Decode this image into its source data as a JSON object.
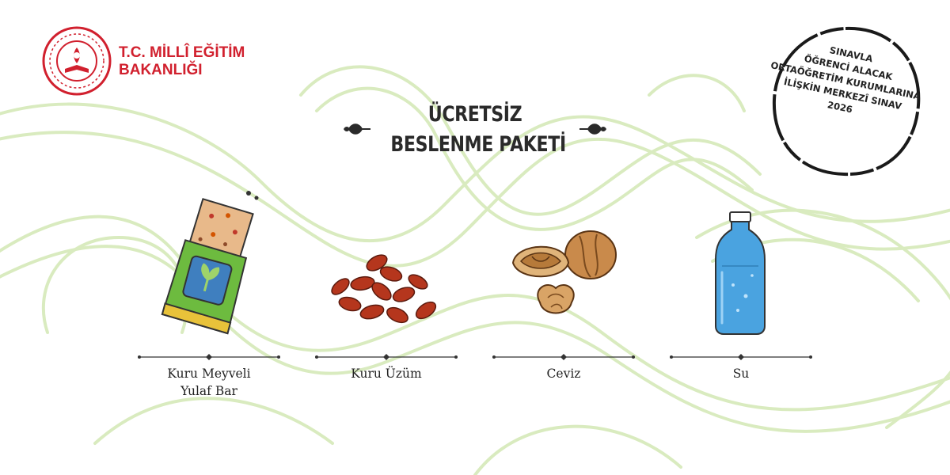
{
  "header": {
    "org_line1": "T.C. MİLLÎ EĞİTİM",
    "org_line2": "BAKANLIĞI"
  },
  "title": {
    "line1": "ÜCRETSİZ",
    "line2": "BESLENME PAKETİ"
  },
  "stamp": {
    "line1": "SINAVLA",
    "line2": "ÖĞRENCİ ALACAK",
    "line3": "ORTAÖĞRETİM KURUMLARINA",
    "line4": "İLİŞKİN MERKEZÎ SINAV",
    "line5": "2026"
  },
  "items": [
    {
      "label_line1": "Kuru Meyveli",
      "label_line2": "Yulaf Bar",
      "icon": "oat-bar-icon"
    },
    {
      "label_line1": "Kuru Üzüm",
      "label_line2": "",
      "icon": "raisins-icon"
    },
    {
      "label_line1": "Ceviz",
      "label_line2": "",
      "icon": "walnut-icon"
    },
    {
      "label_line1": "Su",
      "label_line2": "",
      "icon": "water-bottle-icon"
    }
  ],
  "colors": {
    "brand_red": "#d1202e",
    "swirl_green": "#cfe3b0",
    "bar_green": "#6dbb3f",
    "water_blue": "#4aa3e0",
    "text_dark": "#222222"
  }
}
